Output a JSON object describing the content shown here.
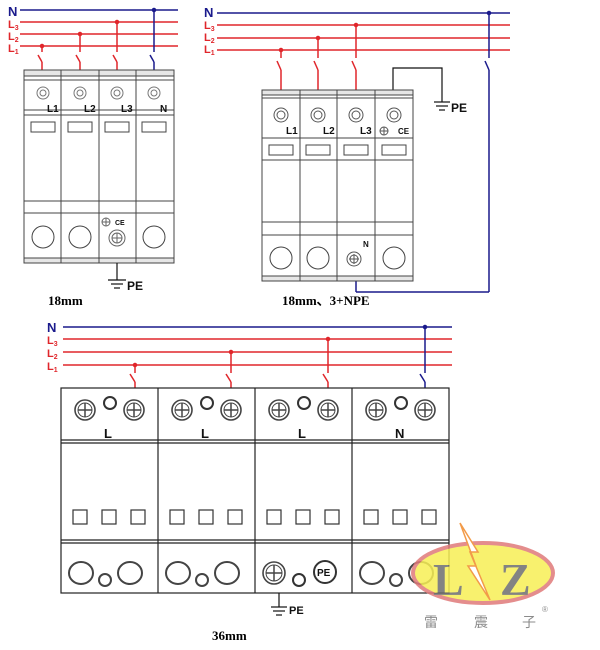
{
  "colors": {
    "neutral": "#1a1a8c",
    "phase": "#e0262b",
    "outline": "#333333",
    "logo_fill": "#f7ef55",
    "logo_ring": "#e07a7a",
    "logo_letters": "#6e6e6e",
    "bolt": "#f08a2a"
  },
  "bus_labels": {
    "n": "N",
    "l3": "L",
    "l3_sub": "3",
    "l2": "L",
    "l2_sub": "2",
    "l1": "L",
    "l1_sub": "1"
  },
  "diagrams": [
    {
      "id": "d1",
      "caption": "18mm",
      "modules": [
        {
          "top_label": "L1"
        },
        {
          "top_label": "L2"
        },
        {
          "top_label": "L3"
        },
        {
          "top_label": "N"
        }
      ],
      "ground_label": "PE",
      "marks": "CE"
    },
    {
      "id": "d2",
      "caption": "18mm、3+NPE",
      "modules": [
        {
          "top_label": "L1"
        },
        {
          "top_label": "L2"
        },
        {
          "top_label": "L3"
        },
        {
          "top_label": "CE"
        }
      ],
      "ground_label": "PE",
      "bottom_label": "N"
    },
    {
      "id": "d3",
      "caption": "36mm",
      "modules": [
        {
          "top_label": "L"
        },
        {
          "top_label": "L"
        },
        {
          "top_label": "L"
        },
        {
          "top_label": "N"
        }
      ],
      "ground_label": "PE",
      "terminal_badge": "PE"
    }
  ],
  "logo": {
    "letters_left": "L",
    "letters_right": "Z",
    "chinese": [
      "雷",
      "震",
      "子"
    ],
    "registered": "®"
  }
}
